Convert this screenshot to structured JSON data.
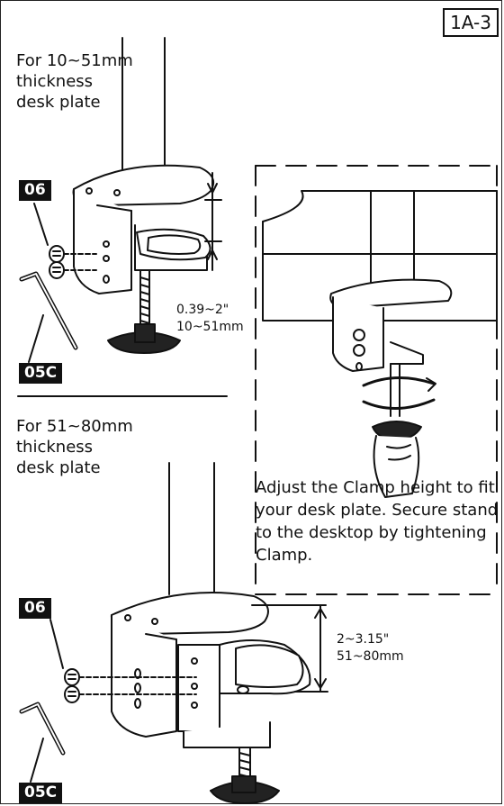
{
  "page_label": "1A-3",
  "top_section": {
    "heading": "For 10~51mm\nthickness\ndesk plate",
    "screw_part": "06",
    "wrench_part": "05C",
    "dimension_in": "0.39~2\"",
    "dimension_mm": "10~51mm"
  },
  "bottom_section": {
    "heading": "For 51~80mm\nthickness\ndesk plate",
    "screw_part": "06",
    "wrench_part": "05C",
    "dimension_in": "2~3.15\"",
    "dimension_mm": "51~80mm"
  },
  "callout": {
    "instruction": "Adjust the Clamp height to fit your desk plate. Secure stand to the desktop by tightening Clamp."
  }
}
